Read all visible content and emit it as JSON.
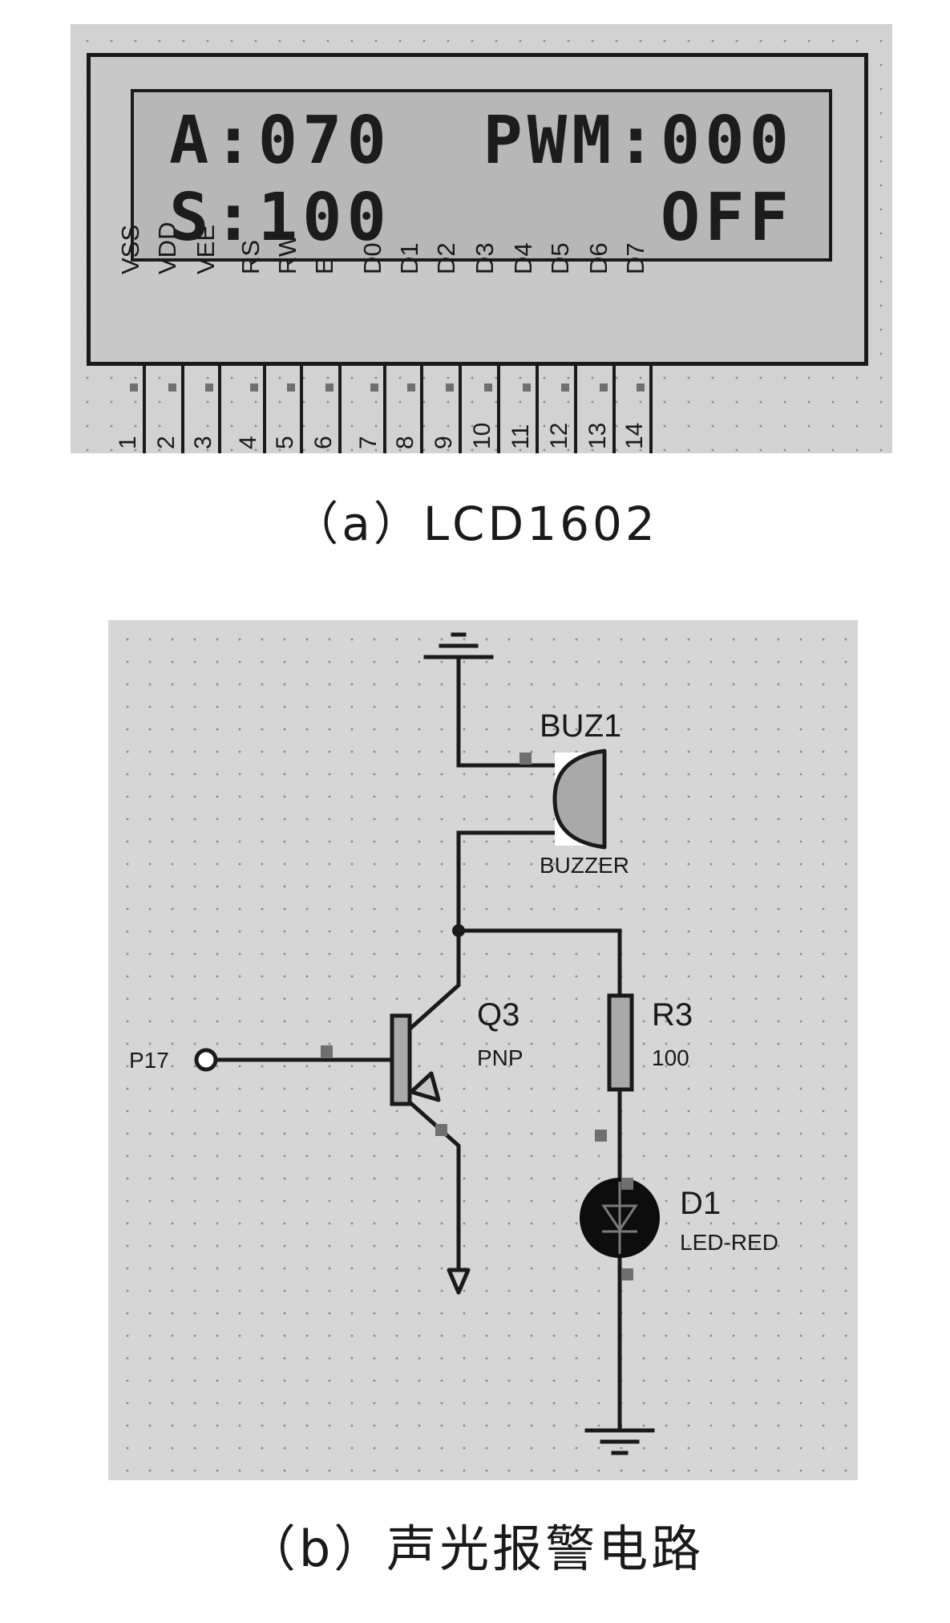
{
  "lcd": {
    "line1_left": "A:070",
    "line1_right": "PWM:000",
    "line2_left": "S:100",
    "line2_right": "OFF",
    "pins": [
      {
        "name": "VSS",
        "num": "1"
      },
      {
        "name": "VDD",
        "num": "2"
      },
      {
        "name": "VEE",
        "num": "3"
      },
      {
        "name": "RS",
        "num": "4"
      },
      {
        "name": "RW",
        "num": "5"
      },
      {
        "name": "E",
        "num": "6"
      },
      {
        "name": "D0",
        "num": "7"
      },
      {
        "name": "D1",
        "num": "8"
      },
      {
        "name": "D2",
        "num": "9"
      },
      {
        "name": "D3",
        "num": "10"
      },
      {
        "name": "D4",
        "num": "11"
      },
      {
        "name": "D5",
        "num": "12"
      },
      {
        "name": "D6",
        "num": "13"
      },
      {
        "name": "D7",
        "num": "14"
      }
    ]
  },
  "captions": {
    "a": "（a）LCD1602",
    "b": "（b）声光报警电路"
  },
  "circuit": {
    "buzzer_ref": "BUZ1",
    "buzzer_value": "BUZZER",
    "transistor_ref": "Q3",
    "transistor_type": "PNP",
    "resistor_ref": "R3",
    "resistor_value": "100",
    "led_ref": "D1",
    "led_value": "LED-RED",
    "input_port": "P17"
  }
}
